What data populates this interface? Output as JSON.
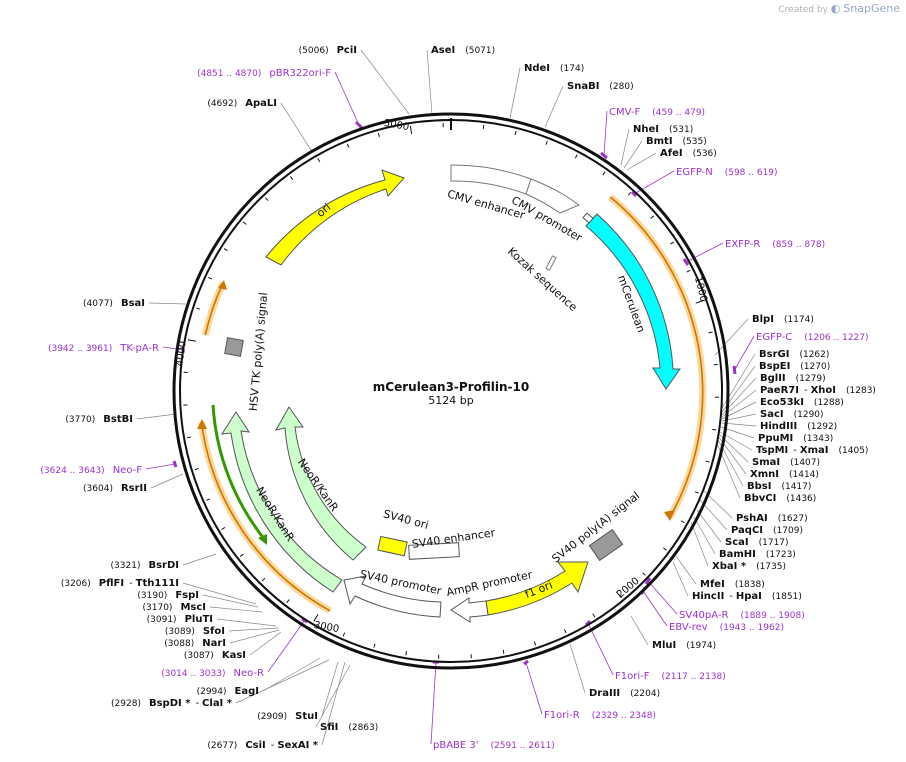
{
  "watermark": {
    "prefix": "Created by",
    "brand": "SnapGene"
  },
  "plasmid": {
    "name": "mCerulean3-Profilin-10",
    "size_label": "5124 bp",
    "length": 5124
  },
  "colors": {
    "backbone": "#111111",
    "feature_yellow": "#ffff00",
    "feature_cyan": "#00ffff",
    "feature_lightgreen": "#ccffcc",
    "feature_white": "#ffffff",
    "feature_gray": "#999999",
    "orf_stroke": "#cc7700",
    "orf_halo": "#ffd79a",
    "orf_green": "#339900",
    "primer": "#9933cc",
    "enzyme_line": "#888888"
  },
  "tick_labels": [
    "1000",
    "2000",
    "3000",
    "4000",
    "5000"
  ],
  "features": [
    {
      "name": "CMV enhancer",
      "type": "white"
    },
    {
      "name": "CMV promoter",
      "type": "white"
    },
    {
      "name": "Kozak sequence",
      "type": "white"
    },
    {
      "name": "mCerulean",
      "type": "cyan"
    },
    {
      "name": "SV40 poly(A) signal",
      "type": "gray"
    },
    {
      "name": "f1 ori",
      "type": "yellow"
    },
    {
      "name": "AmpR promoter",
      "type": "white"
    },
    {
      "name": "SV40 promoter",
      "type": "white"
    },
    {
      "name": "SV40 enhancer",
      "type": "white"
    },
    {
      "name": "SV40 ori",
      "type": "yellow"
    },
    {
      "name": "NeoR/KanR",
      "type": "lightgreen"
    },
    {
      "name": "NeoR/KanR",
      "type": "lightgreen"
    },
    {
      "name": "HSV TK poly(A) signal",
      "type": "gray"
    },
    {
      "name": "ori",
      "type": "yellow"
    }
  ],
  "sites": [
    {
      "name": "PciI",
      "pos": "(5006)"
    },
    {
      "name": "AseI",
      "pos": "(5071)"
    },
    {
      "name": "NdeI",
      "pos": "(174)"
    },
    {
      "name": "SnaBI",
      "pos": "(280)"
    },
    {
      "name": "NheI",
      "pos": "(531)"
    },
    {
      "name": "BmtI",
      "pos": "(535)"
    },
    {
      "name": "AfeI",
      "pos": "(536)"
    },
    {
      "name": "BlpI",
      "pos": "(1174)"
    },
    {
      "name": "BsrGI",
      "pos": "(1262)"
    },
    {
      "name": "BspEI",
      "pos": "(1270)"
    },
    {
      "name": "BglII",
      "pos": "(1279)"
    },
    {
      "name": "PaeR7I",
      "pos": "(1283)",
      "name2": "XhoI"
    },
    {
      "name": "Eco53kI",
      "pos": "(1288)"
    },
    {
      "name": "SacI",
      "pos": "(1290)"
    },
    {
      "name": "HindIII",
      "pos": "(1292)"
    },
    {
      "name": "PpuMI",
      "pos": "(1343)"
    },
    {
      "name": "TspMI",
      "pos": "(1405)",
      "name2": "XmaI"
    },
    {
      "name": "SmaI",
      "pos": "(1407)"
    },
    {
      "name": "XmnI",
      "pos": "(1414)"
    },
    {
      "name": "BbsI",
      "pos": "(1417)"
    },
    {
      "name": "BbvCI",
      "pos": "(1436)"
    },
    {
      "name": "PshAI",
      "pos": "(1627)"
    },
    {
      "name": "PaqCI",
      "pos": "(1709)"
    },
    {
      "name": "ScaI",
      "pos": "(1717)"
    },
    {
      "name": "BamHI",
      "pos": "(1723)"
    },
    {
      "name": "XbaI *",
      "pos": "(1735)"
    },
    {
      "name": "MfeI",
      "pos": "(1838)"
    },
    {
      "name": "HincII",
      "pos": "(1851)",
      "name2": "HpaI"
    },
    {
      "name": "MluI",
      "pos": "(1974)"
    },
    {
      "name": "DraIII",
      "pos": "(2204)"
    },
    {
      "name": "CsiI",
      "pos": "(2677)",
      "name2": "SexAI *"
    },
    {
      "name": "SfiI",
      "pos": "(2863)"
    },
    {
      "name": "StuI",
      "pos": "(2909)"
    },
    {
      "name": "BspDI *",
      "pos": "(2928)",
      "name2": "ClaI *"
    },
    {
      "name": "EagI",
      "pos": "(2994)"
    },
    {
      "name": "KasI",
      "pos": "(3087)"
    },
    {
      "name": "NarI",
      "pos": "(3088)"
    },
    {
      "name": "SfoI",
      "pos": "(3089)"
    },
    {
      "name": "PluTI",
      "pos": "(3091)"
    },
    {
      "name": "MscI",
      "pos": "(3170)"
    },
    {
      "name": "FspI",
      "pos": "(3190)"
    },
    {
      "name": "PflFI",
      "pos": "(3206)",
      "name2": "Tth111I"
    },
    {
      "name": "BsrDI",
      "pos": "(3321)"
    },
    {
      "name": "RsrII",
      "pos": "(3604)"
    },
    {
      "name": "BstBI",
      "pos": "(3770)"
    },
    {
      "name": "BsaI",
      "pos": "(4077)"
    },
    {
      "name": "ApaLI",
      "pos": "(4692)"
    }
  ],
  "primers": [
    {
      "name": "pBR322ori-F",
      "range": "(4851 .. 4870)"
    },
    {
      "name": "CMV-F",
      "range": "(459 .. 479)"
    },
    {
      "name": "EGFP-N",
      "range": "(598 .. 619)"
    },
    {
      "name": "EXFP-R",
      "range": "(859 .. 878)"
    },
    {
      "name": "EGFP-C",
      "range": "(1206 .. 1227)"
    },
    {
      "name": "SV40pA-R",
      "range": "(1889 .. 1908)"
    },
    {
      "name": "EBV-rev",
      "range": "(1943 .. 1962)"
    },
    {
      "name": "F1ori-F",
      "range": "(2117 .. 2138)"
    },
    {
      "name": "F1ori-R",
      "range": "(2329 .. 2348)"
    },
    {
      "name": "pBABE 3'",
      "range": "(2591 .. 2611)"
    },
    {
      "name": "Neo-R",
      "range": "(3014 .. 3033)"
    },
    {
      "name": "Neo-F",
      "range": "(3624 .. 3643)"
    },
    {
      "name": "TK-pA-R",
      "range": "(3942 .. 3961)"
    }
  ]
}
